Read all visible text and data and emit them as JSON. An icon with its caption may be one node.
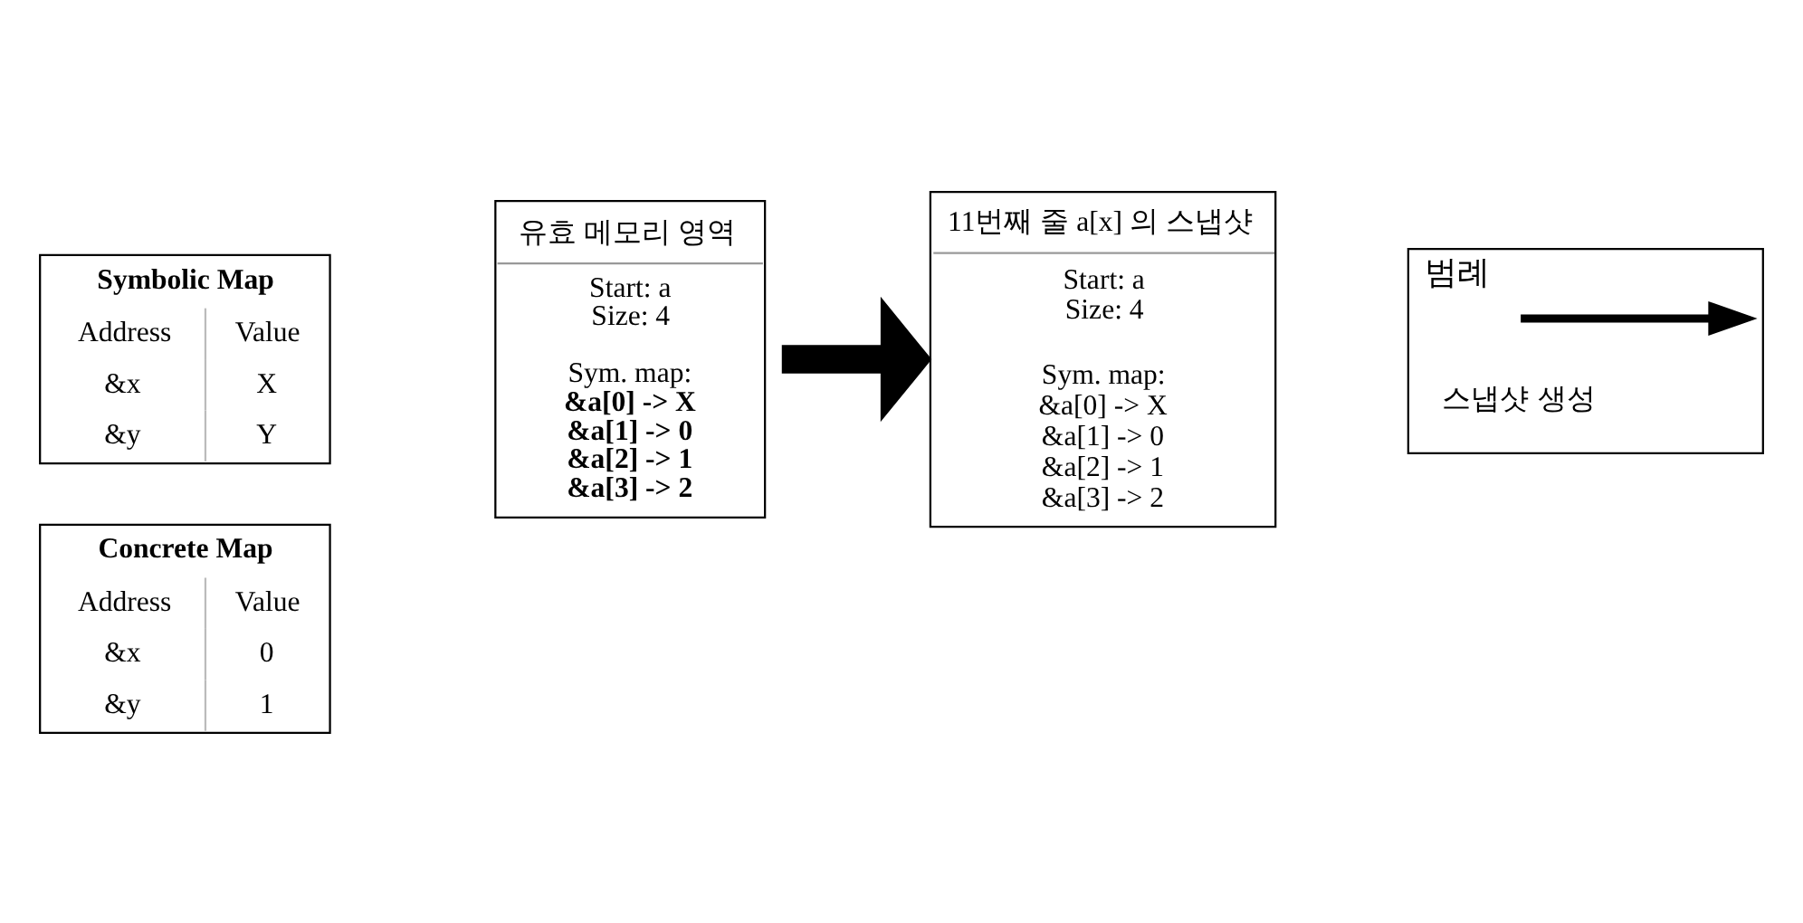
{
  "diagram": {
    "nodes": [
      {
        "text": [
          "Symbolic Map",
          "Address",
          "Value",
          "&x",
          "X",
          "&y",
          "Y"
        ]
      },
      {
        "text": [
          "Concrete Map",
          "Address",
          "Value",
          "&x",
          "0",
          "&y",
          "1"
        ]
      },
      {
        "text": [
          "유효 메모리 영역",
          "Start: a",
          "Size: 4",
          "Sym. map:",
          "**&a[0] -> X**",
          "**&a[1] -> 0**",
          "**&a[2] -> 1**",
          "**&a[3] -> 2**"
        ]
      },
      {
        "text": [
          "11번째 줄 a[x] 의 스냅샷",
          "Start: a",
          "Size: 4",
          "Sym. map:",
          "&a[0] -> X",
          "&a[1] -> 0",
          "&a[2] -> 1",
          "&a[3] -> 2"
        ]
      },
      {
        "text": [
          "범례"
        ]
      }
    ],
    "edges": [
      {
        "from": 2,
        "to": 3,
        "arrow": "to"
      }
    ],
    "legend": [
      {
        "text": "스냅샷 생성"
      }
    ]
  }
}
